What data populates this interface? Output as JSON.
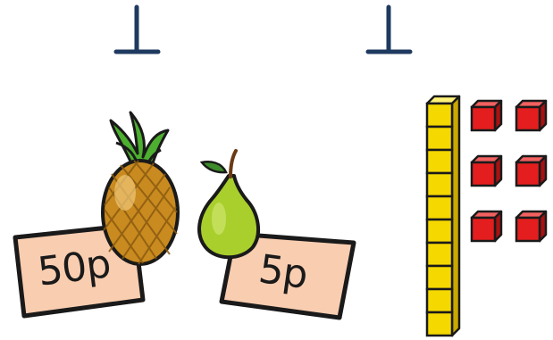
{
  "price_tags": {
    "pineapple": "50p",
    "pear": "5p"
  },
  "icons": [
    "up-tack-symbol-icon",
    "up-tack-symbol-icon",
    "pineapple-icon",
    "pear-icon",
    "price-tag-icon",
    "tens-rod-icon",
    "ones-cube-icon"
  ],
  "base_ten_blocks": {
    "tens_rods": 1,
    "units_per_rod": 10,
    "ones_cubes": 6
  },
  "colors": {
    "symbol": "#1f3a5f",
    "tag_fill": "#f9cdb0",
    "rod": "#f5d800",
    "cube": "#e41e1e",
    "pear": "#a9cf2c",
    "pineapple_body": "#c98a1f",
    "pineapple_leaf": "#4caf2f"
  }
}
